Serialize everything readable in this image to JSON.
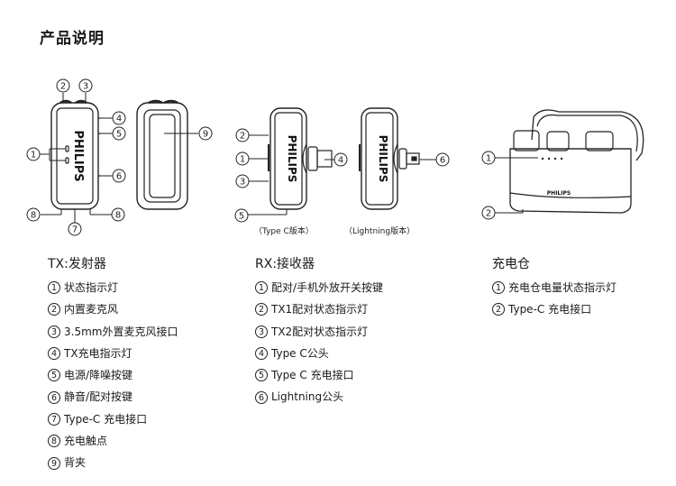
{
  "title": "产品说明",
  "figures": {
    "tx": {
      "brand": "PHILIPS",
      "callouts": [
        "1",
        "2",
        "3",
        "4",
        "5",
        "6",
        "7",
        "8",
        "8",
        "9"
      ]
    },
    "rx": {
      "brand": "PHILIPS",
      "caption_typec": "（Type C版本）",
      "caption_lightning": "（Lightning版本）",
      "callouts": [
        "1",
        "2",
        "3",
        "4",
        "5",
        "6"
      ]
    },
    "case": {
      "brand": "PHILIPS",
      "callouts": [
        "1",
        "2"
      ]
    }
  },
  "sections": {
    "tx": {
      "heading": "TX:发射器",
      "items": [
        {
          "num": "1",
          "label": "状态指示灯"
        },
        {
          "num": "2",
          "label": "内置麦克风"
        },
        {
          "num": "3",
          "label": "3.5mm外置麦克风接口"
        },
        {
          "num": "4",
          "label": "TX充电指示灯"
        },
        {
          "num": "5",
          "label": "电源/降噪按键"
        },
        {
          "num": "6",
          "label": "静音/配对按键"
        },
        {
          "num": "7",
          "label": "Type-C 充电接口"
        },
        {
          "num": "8",
          "label": "充电触点"
        },
        {
          "num": "9",
          "label": "背夹"
        }
      ]
    },
    "rx": {
      "heading": "RX:接收器",
      "items": [
        {
          "num": "1",
          "label": "配对/手机外放开关按键"
        },
        {
          "num": "2",
          "label": "TX1配对状态指示灯"
        },
        {
          "num": "3",
          "label": "TX2配对状态指示灯"
        },
        {
          "num": "4",
          "label": "Type C公头"
        },
        {
          "num": "5",
          "label": "Type C 充电接口"
        },
        {
          "num": "6",
          "label": "Lightning公头"
        }
      ]
    },
    "case": {
      "heading": "充电仓",
      "items": [
        {
          "num": "1",
          "label": "充电仓电量状态指示灯"
        },
        {
          "num": "2",
          "label": "Type-C 充电接口"
        }
      ]
    }
  }
}
